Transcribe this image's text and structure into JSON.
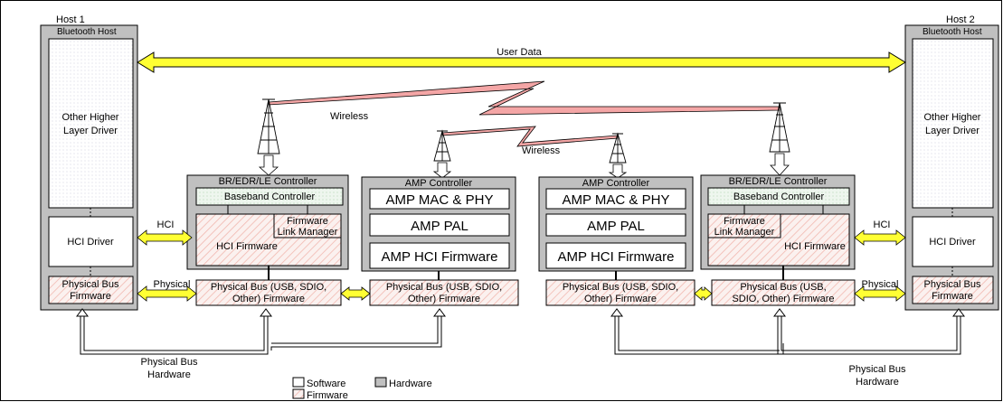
{
  "host1": {
    "title": "Host 1",
    "bluetooth_host": "Bluetooth Host",
    "driver_line1": "Other Higher",
    "driver_line2": "Layer Driver",
    "hci_driver": "HCI Driver",
    "bus_fw_line1": "Physical Bus",
    "bus_fw_line2": "Firmware"
  },
  "host2": {
    "title": "Host 2",
    "bluetooth_host": "Bluetooth Host",
    "driver_line1": "Other Higher",
    "driver_line2": "Layer Driver",
    "hci_driver": "HCI Driver",
    "bus_fw_line1": "Physical Bus",
    "bus_fw_line2": "Firmware"
  },
  "user_data": "User Data",
  "wireless_top": "Wireless",
  "wireless_mid": "Wireless",
  "bredr_left": {
    "title": "BR/EDR/LE Controller",
    "baseband": "Baseband Controller",
    "link_mgr_line1": "Firmware",
    "link_mgr_line2": "Link Manager",
    "hci_fw": "HCI Firmware",
    "bus_line1": "Physical Bus (USB, SDIO,",
    "bus_line2": "Other) Firmware"
  },
  "bredr_right": {
    "title": "BR/EDR/LE Controller",
    "baseband": "Baseband Controller",
    "link_mgr_line1": "Firmware",
    "link_mgr_line2": "Link Manager",
    "hci_fw": "HCI Firmware",
    "bus_line1": "Physical Bus (USB,",
    "bus_line2": "SDIO, Other) Firmware"
  },
  "amp_left": {
    "title": "AMP Controller",
    "mac_phy": "AMP MAC & PHY",
    "pal": "AMP PAL",
    "hci_fw": "AMP HCI Firmware",
    "bus_line1": "Physical Bus (USB, SDIO,",
    "bus_line2": "Other) Firmware"
  },
  "amp_right": {
    "title": "AMP Controller",
    "mac_phy": "AMP MAC & PHY",
    "pal": "AMP PAL",
    "hci_fw": "AMP HCI Firmware",
    "bus_line1": "Physical Bus (USB, SDIO,",
    "bus_line2": "Other) Firmware"
  },
  "hci_left": "HCI",
  "hci_right": "HCI",
  "physical_left": "Physical",
  "physical_right": "Physical",
  "bus_hw_left_line1": "Physical Bus",
  "bus_hw_left_line2": "Hardware",
  "bus_hw_right_line1": "Physical Bus",
  "bus_hw_right_line2": "Hardware",
  "legend": {
    "software": "Software",
    "hardware": "Hardware",
    "firmware": "Firmware"
  },
  "colors": {
    "hardware_fill": "#c0c0c0",
    "firmware_fill": "#fbf1ef",
    "firmware_hatch": "#f2b8b0",
    "software_fill": "#ffffff",
    "baseband_fill": "#eef6ee",
    "data_arrow": "#ffff33",
    "wireless_bolt": "#f4a6a6"
  }
}
